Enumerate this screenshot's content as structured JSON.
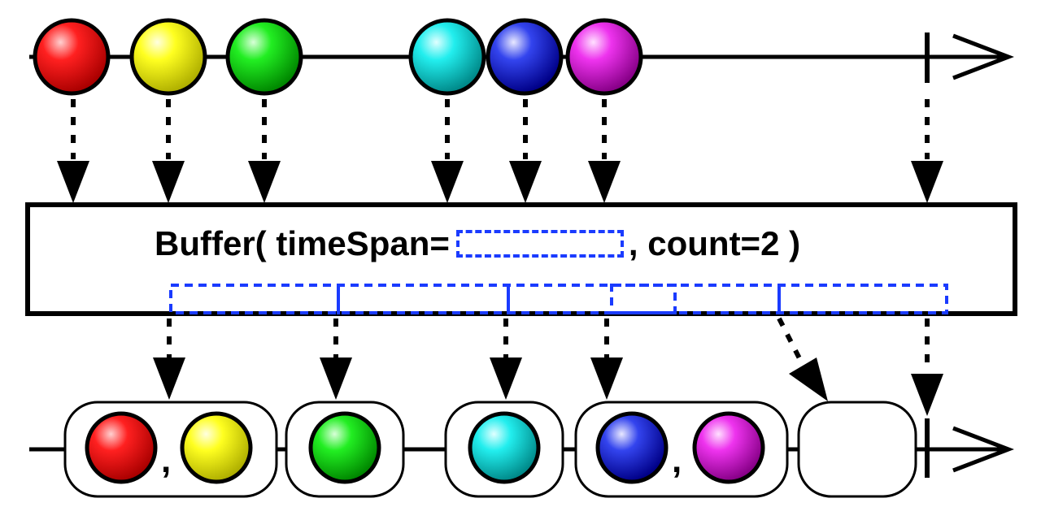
{
  "operator": {
    "name": "Buffer(",
    "param1": "timeSpan=",
    "param2": ", count=2 )"
  },
  "input_stream": {
    "items": [
      {
        "color": "red",
        "fill": "#ff1a1a"
      },
      {
        "color": "yellow",
        "fill": "#ffff1a"
      },
      {
        "color": "green",
        "fill": "#22ee22"
      },
      {
        "color": "cyan",
        "fill": "#22eeee"
      },
      {
        "color": "blue",
        "fill": "#2233dd"
      },
      {
        "color": "magenta",
        "fill": "#ee33ee"
      }
    ],
    "completed": true
  },
  "output_stream": {
    "buffers": [
      {
        "items": [
          "red",
          "yellow"
        ],
        "separator": ","
      },
      {
        "items": [
          "green"
        ]
      },
      {
        "items": [
          "cyan"
        ]
      },
      {
        "items": [
          "blue",
          "magenta"
        ],
        "separator": ","
      },
      {
        "items": []
      }
    ],
    "completed": true
  },
  "colors": {
    "line": "#000000",
    "dash_box": "#1a3bff"
  }
}
